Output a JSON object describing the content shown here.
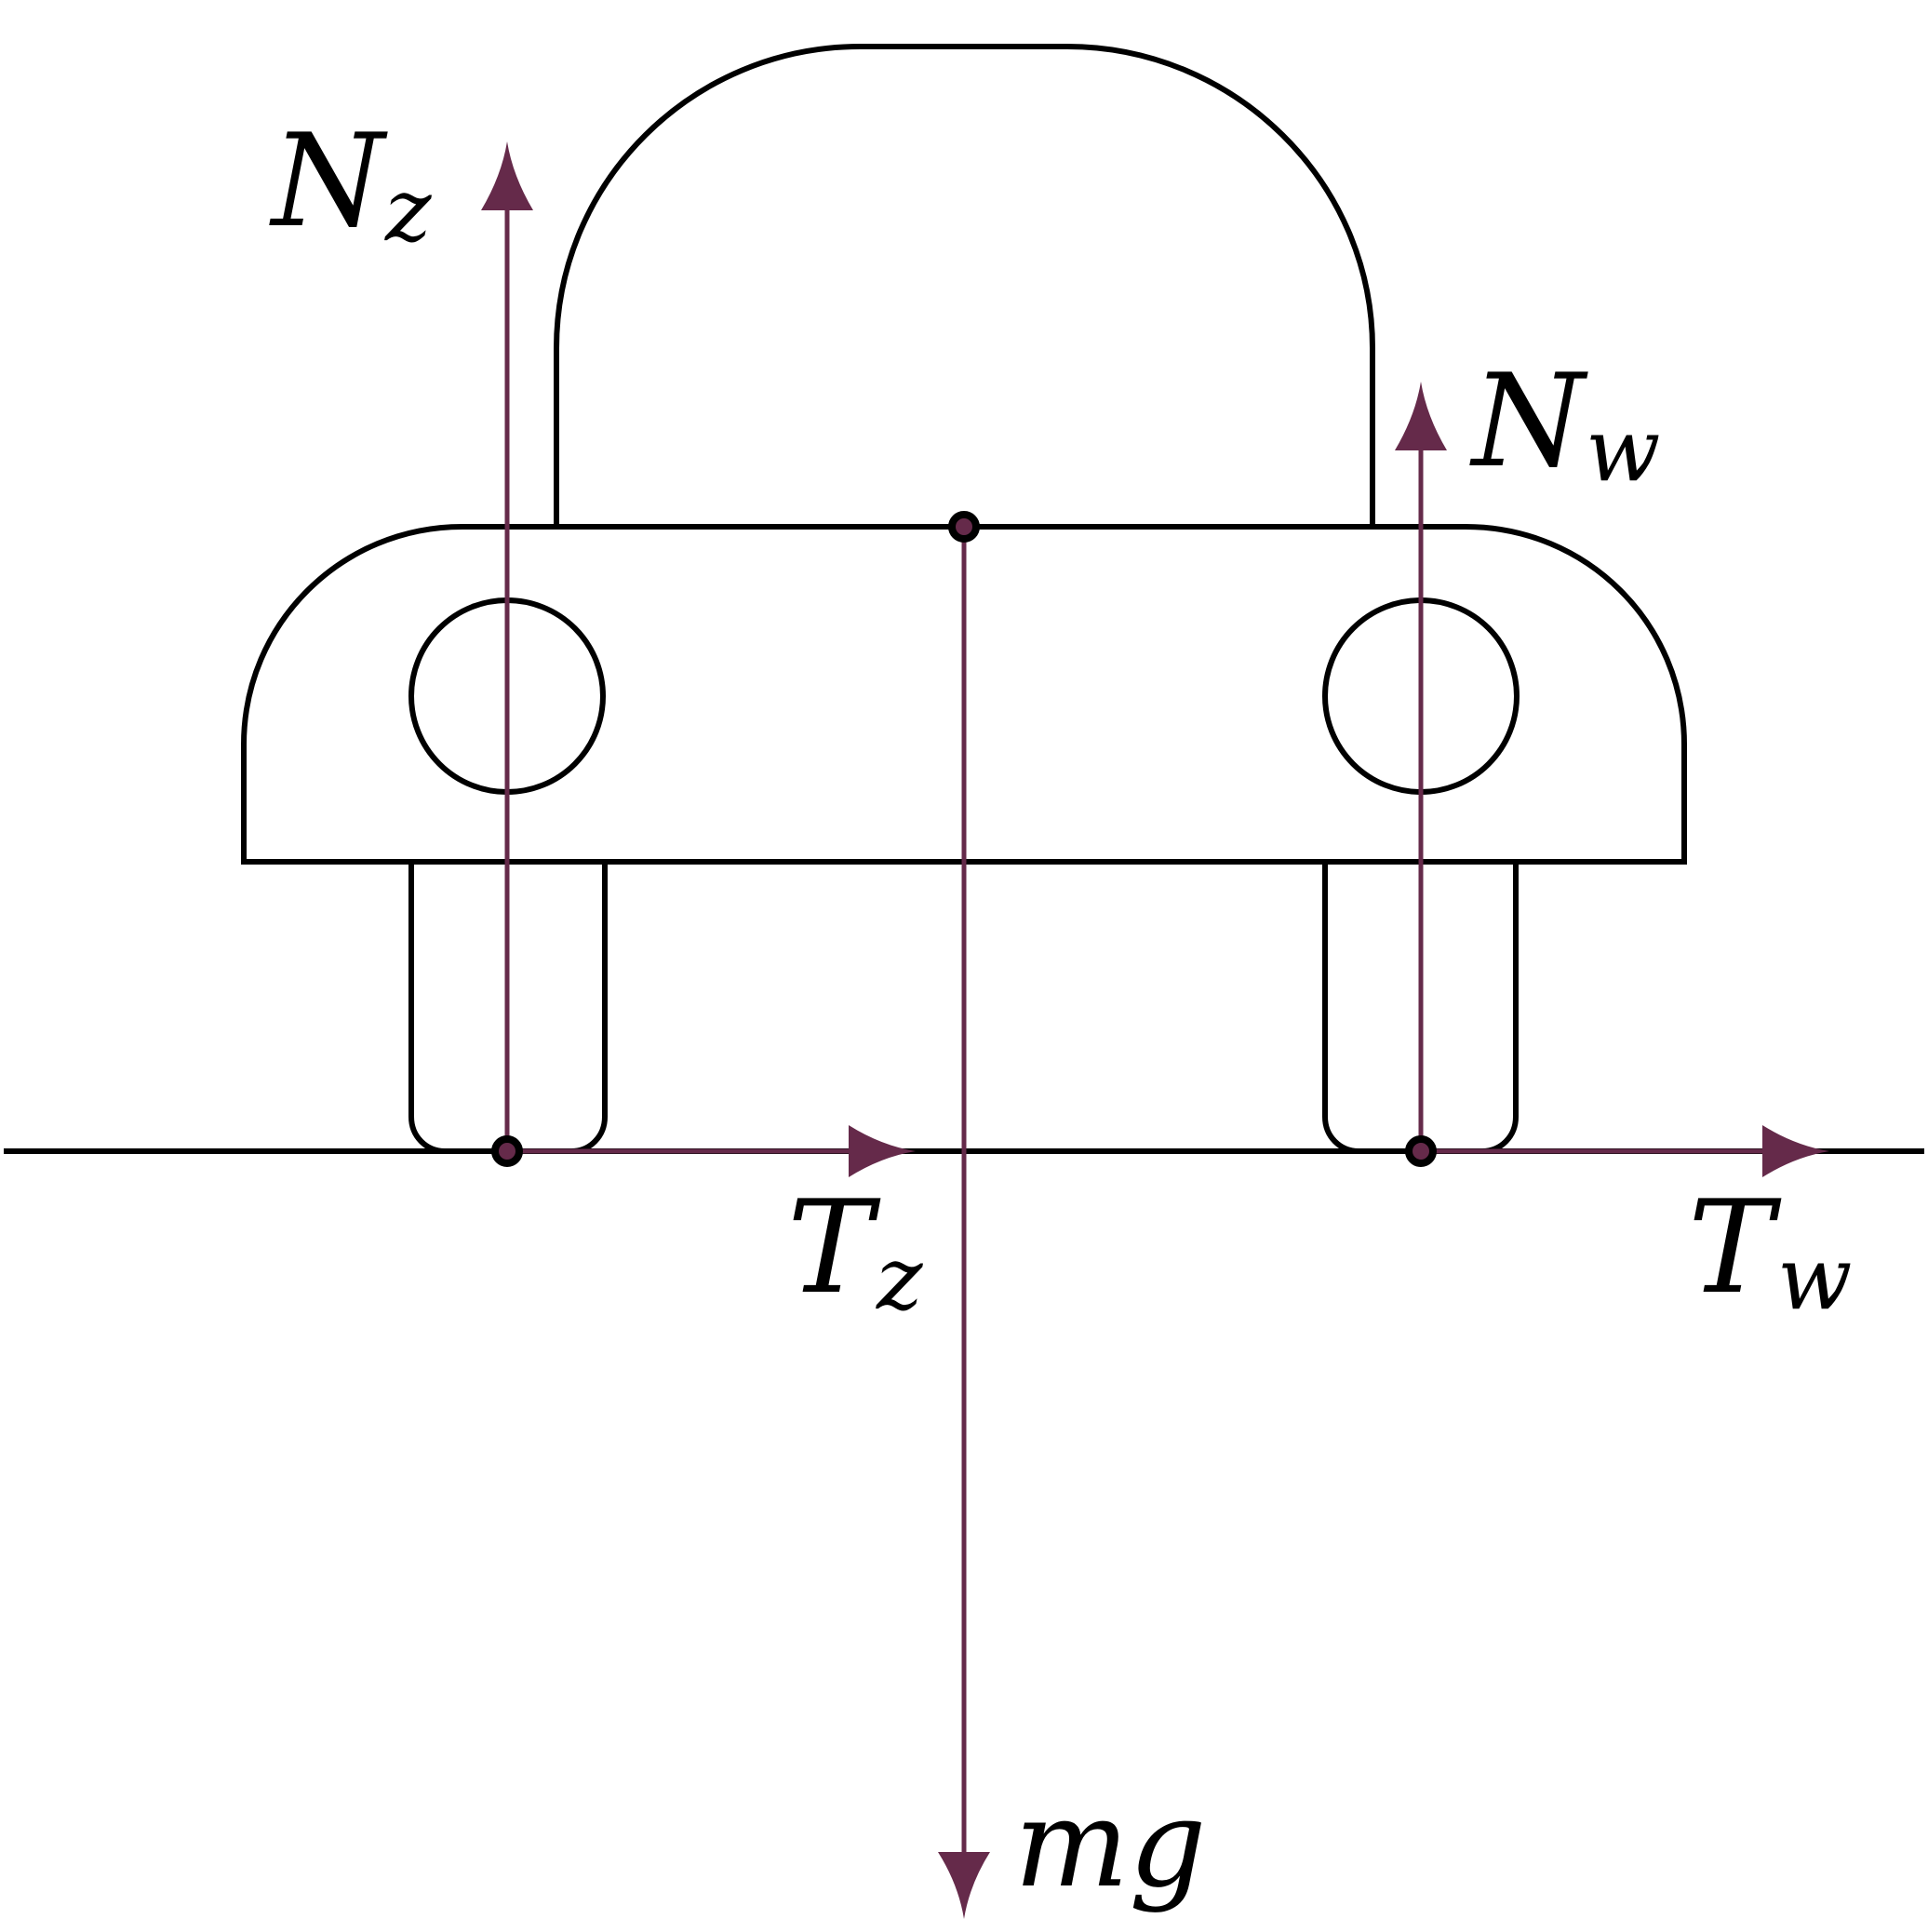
{
  "diagram": {
    "colors": {
      "outline": "#000000",
      "force": "#652a4a",
      "background": "#ffffff"
    },
    "labels": {
      "normal_front": {
        "main": "N",
        "sub": "z"
      },
      "normal_rear": {
        "main": "N",
        "sub": "w"
      },
      "friction_front": {
        "main": "T",
        "sub": "z"
      },
      "friction_rear": {
        "main": "T",
        "sub": "w"
      },
      "weight": {
        "main": "mg"
      }
    }
  }
}
